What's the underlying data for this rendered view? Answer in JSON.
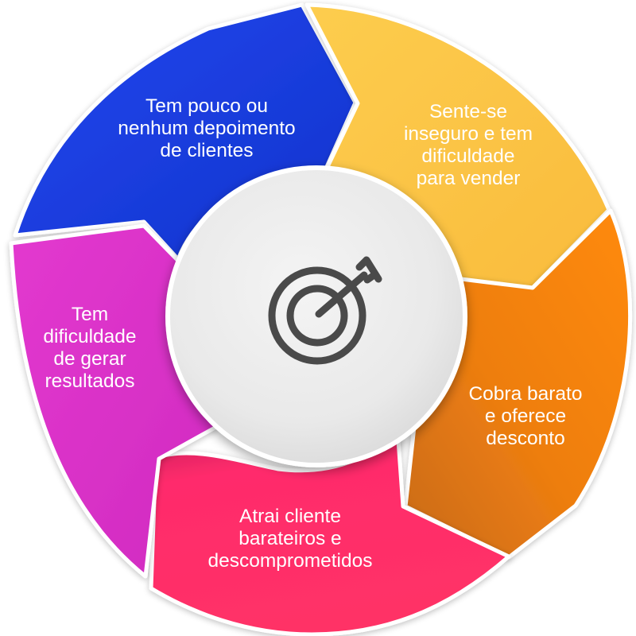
{
  "diagram": {
    "center_icon": "target-arrow-icon",
    "segments": [
      {
        "label_lines": [
          "Tem pouco ou",
          "nenhum depoimento",
          "de clientes"
        ],
        "color": "#1a3fdc"
      },
      {
        "label_lines": [
          "Sente-se",
          "inseguro e tem",
          "dificuldade",
          "para vender"
        ],
        "color": "#fcc346"
      },
      {
        "label_lines": [
          "Cobra barato",
          "e oferece",
          "desconto"
        ],
        "color": "#f5850f"
      },
      {
        "label_lines": [
          "Atrai cliente",
          "barateiros e",
          "descomprometidos"
        ],
        "color": "#fb2d69"
      },
      {
        "label_lines": [
          "Tem",
          "dificuldade",
          "de gerar",
          "resultados"
        ],
        "color": "#dd32c8"
      }
    ]
  }
}
